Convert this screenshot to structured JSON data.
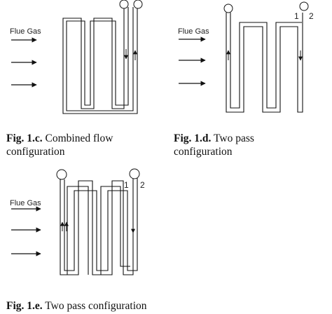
{
  "figures": {
    "c": {
      "flue_gas_label": "Flue Gas",
      "caption_bold": "Fig. 1.c.",
      "caption_text": "Combined flow configuration"
    },
    "d": {
      "flue_gas_label": "Flue Gas",
      "pass_labels": [
        "1",
        "2"
      ],
      "caption_bold": "Fig. 1.d.",
      "caption_text": "Two pass configuration"
    },
    "e": {
      "flue_gas_label": "Flue Gas",
      "pass_labels": [
        "1",
        "2"
      ],
      "caption_bold": "Fig. 1.e.",
      "caption_text": "Two pass configuration"
    }
  }
}
